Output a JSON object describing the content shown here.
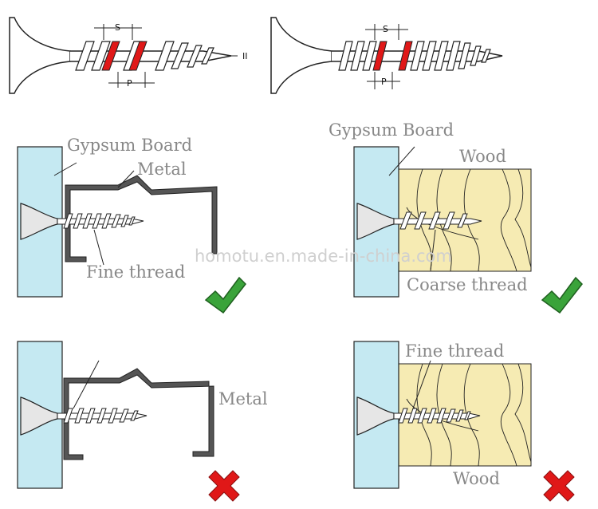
{
  "labels": {
    "gypsum_board_left": "Gypsum Board",
    "gypsum_board_right": "Gypsum Board",
    "metal_top": "Metal",
    "metal_bottom": "Metal",
    "wood_top": "Wood",
    "wood_bottom": "Wood",
    "fine_thread_top": "Fine thread",
    "fine_thread_bottom": "Fine thread",
    "coarse_thread": "Coarse thread"
  },
  "dimensions": {
    "s_left": "S",
    "p_left": "P",
    "s_right": "S",
    "p_right": "P",
    "ii_mark": "II"
  },
  "watermark": "homotu.en.made-in-china.com",
  "marks": {
    "check": "check-icon",
    "cross": "cross-icon"
  },
  "colors": {
    "gypsum": "#c5e9f2",
    "wood": "#f6ebb3",
    "metal": "#555555",
    "thread_mark": "#e01818",
    "check": "#3aa33a",
    "cross": "#e01818"
  }
}
